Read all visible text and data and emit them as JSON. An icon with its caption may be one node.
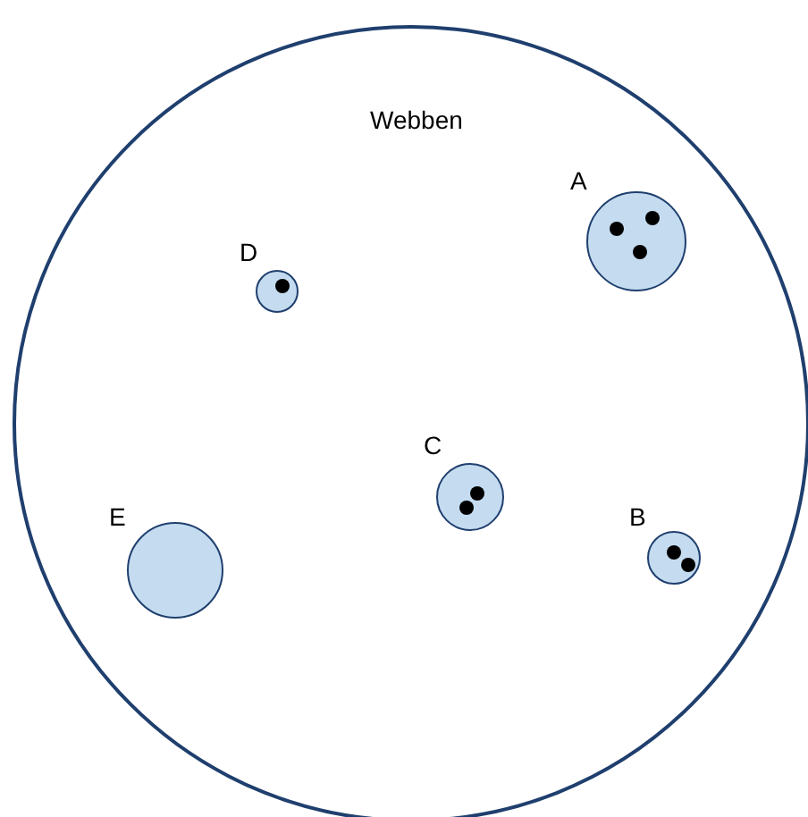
{
  "diagram": {
    "nodes": [
      {
        "text": [
          "Webben"
        ]
      },
      {
        "text": [
          "A"
        ],
        "in": 0
      },
      {
        "text": [],
        "shape": "circle",
        "in": 1
      },
      {
        "text": [],
        "shape": "circle",
        "in": 1
      },
      {
        "text": [],
        "shape": "circle",
        "in": 1
      },
      {
        "text": [
          "D"
        ],
        "in": 0
      },
      {
        "text": [],
        "shape": "circle",
        "in": 5
      },
      {
        "text": [
          "C"
        ],
        "in": 0
      },
      {
        "text": [],
        "shape": "circle",
        "in": 7
      },
      {
        "text": [],
        "shape": "circle",
        "in": 7
      },
      {
        "text": [
          "E"
        ],
        "in": 0
      },
      {
        "text": [
          "B"
        ],
        "in": 0
      },
      {
        "text": [],
        "shape": "circle",
        "in": 11
      },
      {
        "text": [],
        "shape": "circle",
        "in": 11
      }
    ]
  }
}
